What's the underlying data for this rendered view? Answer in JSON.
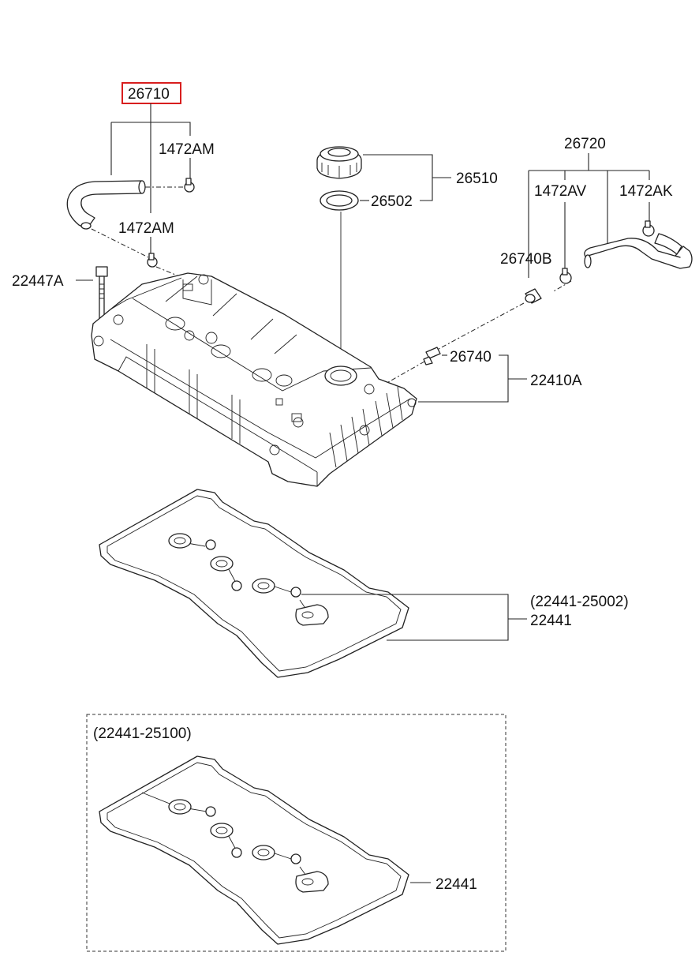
{
  "highlight_color": "#d81e1e",
  "labels": {
    "hose_26710": "26710",
    "clamp_1472am_upper": "1472AM",
    "clamp_1472am_lower": "1472AM",
    "bolt_22447a": "22447A",
    "cap_26510": "26510",
    "gasket_26502": "26502",
    "hose_26720": "26720",
    "clamp_1472av": "1472AV",
    "clamp_1472ak": "1472AK",
    "grommet_26740b": "26740B",
    "valve_26740": "26740",
    "cover_22410a": "22410A",
    "gasket_set_code": "(22441-25002)",
    "gasket_22441": "22441",
    "alt_box_code": "(22441-25100)",
    "alt_gasket_22441": "22441"
  }
}
